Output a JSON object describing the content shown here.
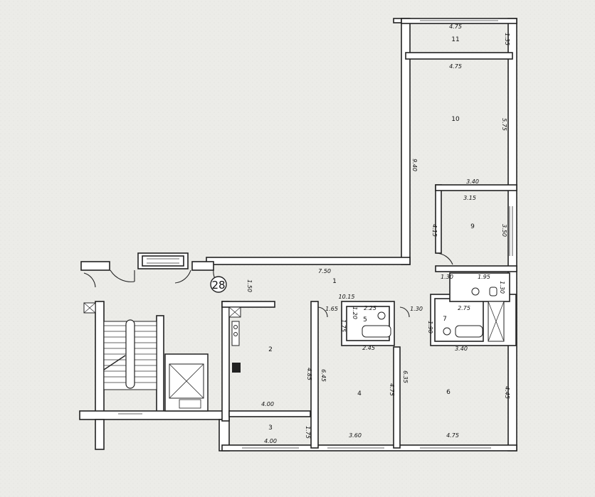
{
  "plan": {
    "entrance_number": "28",
    "rooms": [
      {
        "id": "r1",
        "number": "1",
        "area": "10.15"
      },
      {
        "id": "r2",
        "number": "2"
      },
      {
        "id": "r3",
        "number": "3"
      },
      {
        "id": "r4",
        "number": "4"
      },
      {
        "id": "r5",
        "number": "5"
      },
      {
        "id": "r6",
        "number": "6"
      },
      {
        "id": "r7",
        "number": "7"
      },
      {
        "id": "r9",
        "number": "9"
      },
      {
        "id": "r10",
        "number": "10"
      },
      {
        "id": "r11",
        "number": "11"
      }
    ],
    "dimensions": {
      "r11_width": "4.75",
      "r11_depth": "1.35",
      "r10_width": "4.75",
      "r10_depth": "5.75",
      "corridor_length": "9.40",
      "r9_top": "3.40",
      "r9_inner": "3.15",
      "r9_left": "4.15",
      "r9_right": "3.50",
      "hall_length": "7.50",
      "hall_left": "1.50",
      "wc_a": "1.30",
      "wc_b": "1.95",
      "wc_c": "1.30",
      "door_a": "1.65",
      "b5_a": "1.20",
      "b5_top": "2.25",
      "b5_side": "1.75",
      "b5_bottom": "2.45",
      "b7_a": "1.30",
      "b7_top": "2.75",
      "b7_side": "1.90",
      "b7_bottom": "3.40",
      "r2_height": "4.85",
      "r2_width": "4.00",
      "r3_width": "4.00",
      "r3_height": "1.75",
      "r4_left": "6.45",
      "r4_right": "4.75",
      "r4_width": "3.60",
      "r6_left": "6.35",
      "r6_right": "4.45",
      "r6_width": "4.75"
    }
  }
}
